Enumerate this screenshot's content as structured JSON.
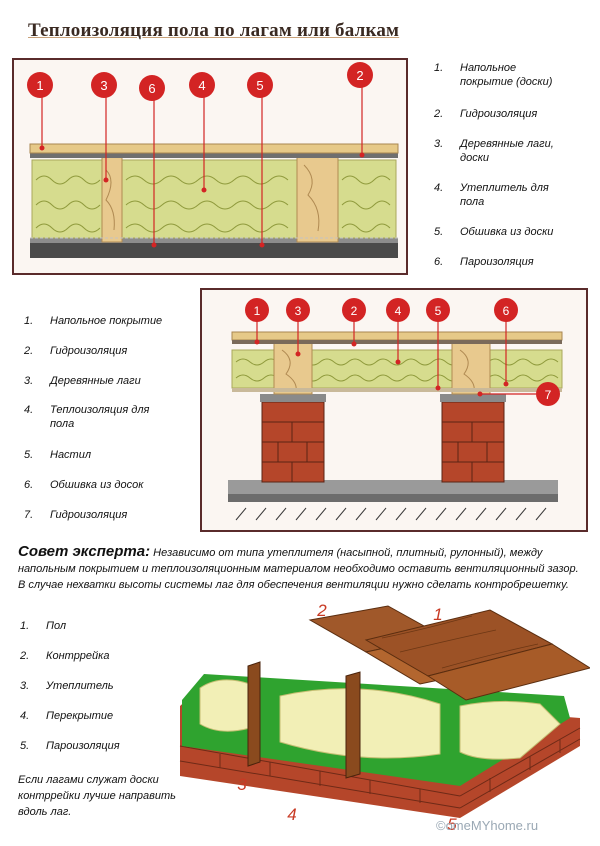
{
  "title": "Теплоизоляция пола по лагам или балкам",
  "diagram1": {
    "markers": [
      "1",
      "3",
      "6",
      "4",
      "5",
      "2"
    ],
    "legend": [
      {
        "num": "1.",
        "text": "Напольное\nпокрытие (доски)"
      },
      {
        "num": "2.",
        "text": "Гидроизоляция"
      },
      {
        "num": "3.",
        "text": "Деревянные лаги,\nдоски"
      },
      {
        "num": "4.",
        "text": "Утеплитель для\nпола"
      },
      {
        "num": "5.",
        "text": "Обшивка из доски"
      },
      {
        "num": "6.",
        "text": "Пароизоляция"
      }
    ]
  },
  "diagram2": {
    "markers": [
      "1",
      "3",
      "2",
      "4",
      "5",
      "6",
      "7"
    ],
    "legend": [
      {
        "num": "1.",
        "text": "Напольное покрытие"
      },
      {
        "num": "2.",
        "text": "Гидроизоляция"
      },
      {
        "num": "3.",
        "text": "Деревянные лаги"
      },
      {
        "num": "4.",
        "text": "Теплоизоляция для\nпола"
      },
      {
        "num": "5.",
        "text": "Настил"
      },
      {
        "num": "6.",
        "text": "Обшивка из досок"
      },
      {
        "num": "7.",
        "text": "Гидроизоляция"
      }
    ]
  },
  "tip": {
    "heading": "Совет эксперта:",
    "text": "Независимо от типа утеплителя (насыпной, плитный, рулонный), между напольным покрытием и теплоизоляционным материалом необходимо оставить вентиляционный зазор. В случае нехватки высоты системы лаг для обеспечения вентиляции нужно сделать контробрешетку."
  },
  "diagram3": {
    "markers": [
      "1",
      "2",
      "3",
      "4",
      "5"
    ],
    "legend": [
      {
        "num": "1.",
        "text": "Пол"
      },
      {
        "num": "2.",
        "text": "Контррейка"
      },
      {
        "num": "3.",
        "text": "Утеплитель"
      },
      {
        "num": "4.",
        "text": "Перекрытие"
      },
      {
        "num": "5.",
        "text": "Пароизоляция"
      }
    ],
    "note": "Если лагами служат доски\nконтррейки лучше направить\nвдоль лаг."
  },
  "watermark": "©omeMYhome.ru",
  "colors": {
    "marker": "#d32424",
    "frame": "#5a2b2b",
    "wood": "#e8c98e",
    "insulation": "#d6dc8e",
    "brick": "#b5462a",
    "membrane": "#2fa32f"
  }
}
